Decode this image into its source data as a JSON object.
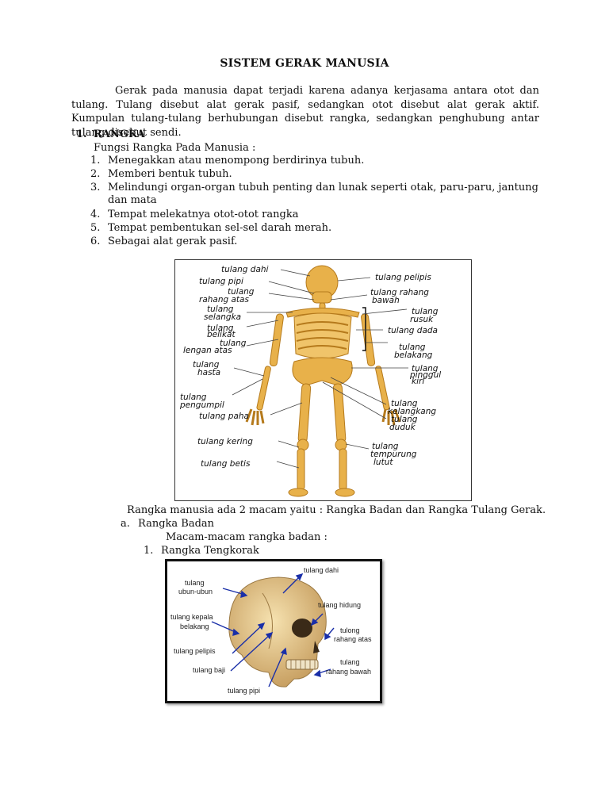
{
  "title": "SISTEM GERAK MANUSIA",
  "intro": "Gerak pada manusia dapat terjadi karena adanya kerjasama antara otot dan tulang. Tulang disebut alat gerak pasif, sedangkan otot disebut alat gerak aktif. Kumpulan tulang-tulang berhubungan disebut rangka, sedangkan penghubung antar tulang disebut sendi.",
  "section1": {
    "num": "1.",
    "heading": "RANGKA"
  },
  "fungsi_heading": "Fungsi Rangka Pada Manusia :",
  "fungsi": [
    {
      "num": "1.",
      "text": "Menegakkan atau menompong berdirinya tubuh."
    },
    {
      "num": "2.",
      "text": "Memberi bentuk tubuh."
    },
    {
      "num": "3.",
      "text": "Melindungi organ-organ tubuh penting dan lunak seperti otak, paru-paru, jantung"
    },
    {
      "num": "",
      "text": "dan mata"
    },
    {
      "num": "4.",
      "text": "Tempat melekatnya otot-otot rangka"
    },
    {
      "num": "5.",
      "text": "Tempat pembentukan sel-sel darah merah."
    },
    {
      "num": "6.",
      "text": "Sebagai alat gerak pasif."
    }
  ],
  "skeleton_labels": {
    "dahi": "tulang dahi",
    "pipi": "tulang pipi",
    "rahang_atas_1": "tulang",
    "rahang_atas_2": "rahang atas",
    "selangka_1": "tulang",
    "selangka_2": "selangka",
    "belikat_1": "tulang",
    "belikat_2": "belikat",
    "lengan_1": "tulang",
    "lengan_2": "lengan atas",
    "hasta_1": "tulang",
    "hasta_2": "hasta",
    "pengumpil_1": "tulang",
    "pengumpil_2": "pengumpil",
    "paha": "tulang paha",
    "kering": "tulang kering",
    "betis": "tulang betis",
    "pelipis": "tulang pelipis",
    "rahang_bawah_1": "tulang rahang",
    "rahang_bawah_2": "bawah",
    "rusuk_1": "tulang",
    "rusuk_2": "rusuk",
    "dada": "tulang dada",
    "belakang_1": "tulang",
    "belakang_2": "belakang",
    "pinggul_1": "tulang",
    "pinggul_2": "pinggul",
    "pinggul_3": "kiri",
    "kelangkang_1": "tulang",
    "kelangkang_2": "kelangkang",
    "duduk_1": "tulang",
    "duduk_2": "duduk",
    "tempurung_1": "tulang",
    "tempurung_2": "tempurung",
    "tempurung_3": "lutut"
  },
  "rangka_intro": "Rangka manusia ada 2 macam yaitu :  Rangka Badan dan Rangka Tulang Gerak.",
  "sub_a": {
    "num": "a.",
    "text": "Rangka Badan"
  },
  "macam": "Macam-macam rangka badan :",
  "sub_1": {
    "num": "1.",
    "text": "Rangka Tengkorak"
  },
  "skull_labels": {
    "ubun_1": "tulang",
    "ubun_2": "ubun-ubun",
    "dahi": "tulang dahi",
    "hidung": "tulang hidung",
    "kepala_1": "tulang kepala",
    "kepala_2": "belakang",
    "rahang_atas_1": "tulong",
    "rahang_atas_2": "rahang atas",
    "pelipis": "tulang pelipis",
    "baji": "tulang baji",
    "rahang_bawah_1": "tulang",
    "rahang_bawah_2": "rahang bawah",
    "pipi": "tulang pipi"
  },
  "colors": {
    "bone": "#e8b14a",
    "bone_dark": "#b57a1c",
    "arrow": "#1a2fa8"
  }
}
